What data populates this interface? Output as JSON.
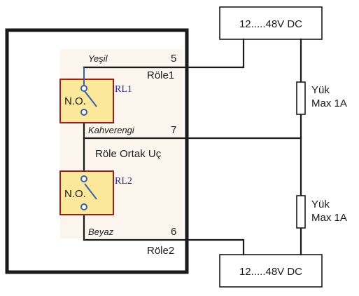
{
  "colors": {
    "relay_fill": "#fbe89a",
    "relay_border": "#9b1e1e",
    "switch_blue": "#3a5fa8",
    "inner_panel": "#fbf5ee",
    "wire": "#1a1a1a"
  },
  "supplies": [
    {
      "label": "12.....48V DC"
    },
    {
      "label": "12.....48V DC"
    }
  ],
  "loads": [
    {
      "name": "Yük",
      "rating": "Max 1A"
    },
    {
      "name": "Yük",
      "rating": "Max 1A"
    }
  ],
  "relays": [
    {
      "id": "RL1",
      "contact": "N.O."
    },
    {
      "id": "RL2",
      "contact": "N.O."
    }
  ],
  "terminals": [
    {
      "color_label": "Yeşil",
      "number": "5",
      "name": "Röle1"
    },
    {
      "color_label": "Kahverengi",
      "number": "7",
      "name": "Röle Ortak Uç"
    },
    {
      "color_label": "Beyaz",
      "number": "6",
      "name": "Röle2"
    }
  ]
}
